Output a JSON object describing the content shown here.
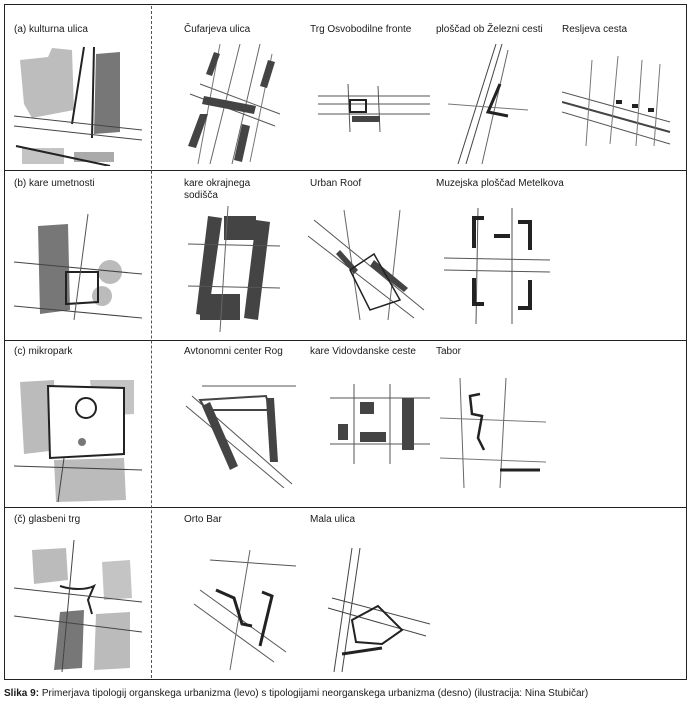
{
  "rows": [
    {
      "label": "(a) kulturna ulica",
      "items": [
        "Čufarjeva ulica",
        "Trg Osvobodilne fronte",
        "ploščad ob Železni cesti",
        "Resljeva cesta"
      ]
    },
    {
      "label": "(b) kare umetnosti",
      "items": [
        "kare okrajnega sodišča",
        "Urban Roof",
        "Muzejska ploščad Metelkova"
      ]
    },
    {
      "label": "(c) mikropark",
      "items": [
        "Avtonomni center Rog",
        "kare Vidovdanske ceste",
        "Tabor"
      ]
    },
    {
      "label": "(č) glasbeni trg",
      "items": [
        "Orto Bar",
        "Mala ulica"
      ]
    }
  ],
  "caption": {
    "prefix": "Slika 9:",
    "text": "Primerjava tipologij organskega urbanizma (levo) s tipologijami neorganskega urbanizma (desno) (ilustracija: Nina Stubičar)"
  }
}
